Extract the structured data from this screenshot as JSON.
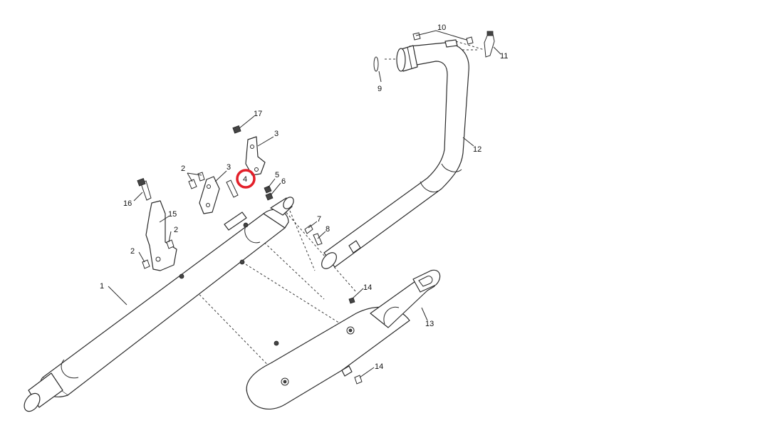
{
  "callouts": [
    {
      "id": "c1",
      "text": "1"
    },
    {
      "id": "c2a",
      "text": "2"
    },
    {
      "id": "c2b",
      "text": "2"
    },
    {
      "id": "c2c",
      "text": "2"
    },
    {
      "id": "c3a",
      "text": "3"
    },
    {
      "id": "c3b",
      "text": "3"
    },
    {
      "id": "c4",
      "text": "4"
    },
    {
      "id": "c5",
      "text": "5"
    },
    {
      "id": "c6",
      "text": "6"
    },
    {
      "id": "c7",
      "text": "7"
    },
    {
      "id": "c8",
      "text": "8"
    },
    {
      "id": "c9",
      "text": "9"
    },
    {
      "id": "c10",
      "text": "10"
    },
    {
      "id": "c11",
      "text": "11"
    },
    {
      "id": "c12",
      "text": "12"
    },
    {
      "id": "c13",
      "text": "13"
    },
    {
      "id": "c14a",
      "text": "14"
    },
    {
      "id": "c14b",
      "text": "14"
    },
    {
      "id": "c15",
      "text": "15"
    },
    {
      "id": "c16",
      "text": "16"
    },
    {
      "id": "c17",
      "text": "17"
    }
  ],
  "highlight": {
    "callout": "4",
    "color": "#e3202a"
  },
  "colors": {
    "line": "#2b2b2b",
    "background": "#ffffff"
  }
}
